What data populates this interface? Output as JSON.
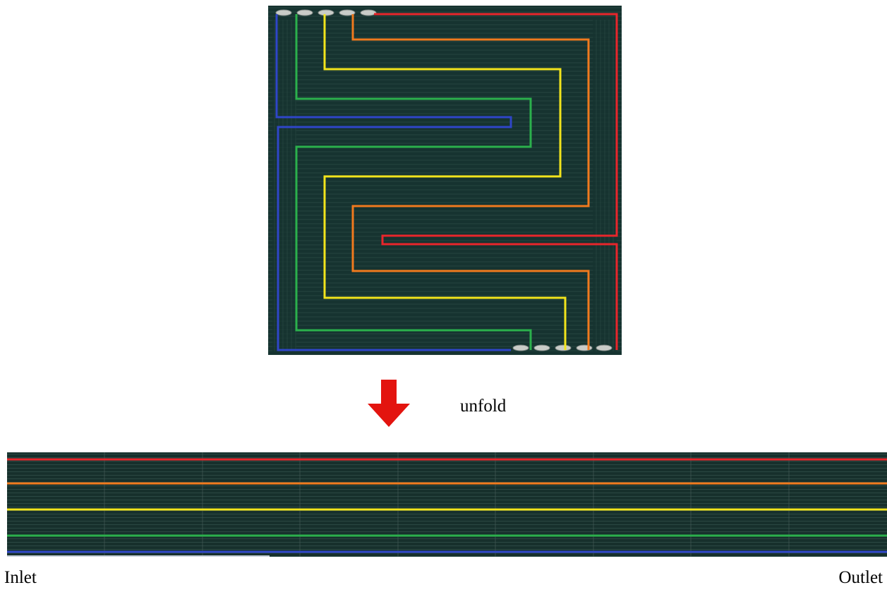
{
  "labels": {
    "unfold": "unfold",
    "inlet": "Inlet",
    "outlet": "Outlet"
  },
  "channel_colors": {
    "red": "#e8262b",
    "orange": "#f07a1e",
    "yellow": "#f2e41c",
    "green": "#2bb04c",
    "blue": "#2f46c8"
  },
  "chip_background": "#15302c",
  "arrow_color": "#e3140f"
}
